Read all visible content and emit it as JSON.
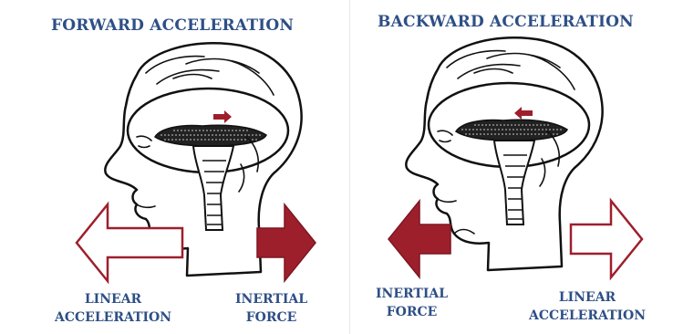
{
  "left_panel": {
    "title": "FORWARD ACCELERATION",
    "label_linear_line1": "LINEAR",
    "label_linear_line2": "ACCELERATION",
    "label_inertial_line1": "INERTIAL",
    "label_inertial_line2": "FORCE"
  },
  "right_panel": {
    "title": "BACKWARD ACCELERATION",
    "label_inertial_line1": "INERTIAL",
    "label_inertial_line2": "FORCE",
    "label_linear_line1": "LINEAR",
    "label_linear_line2": "ACCELERATION"
  },
  "colors": {
    "title_text": "#2e4f86",
    "filled_arrow": "#9e1f2c",
    "outline_arrow": "#9e1f2c",
    "line_art": "#111111"
  },
  "icons": {
    "head": "head-profile-icon",
    "brain": "brain-icon",
    "arrow_filled": "filled-arrow-icon",
    "arrow_outline": "outline-arrow-icon"
  }
}
